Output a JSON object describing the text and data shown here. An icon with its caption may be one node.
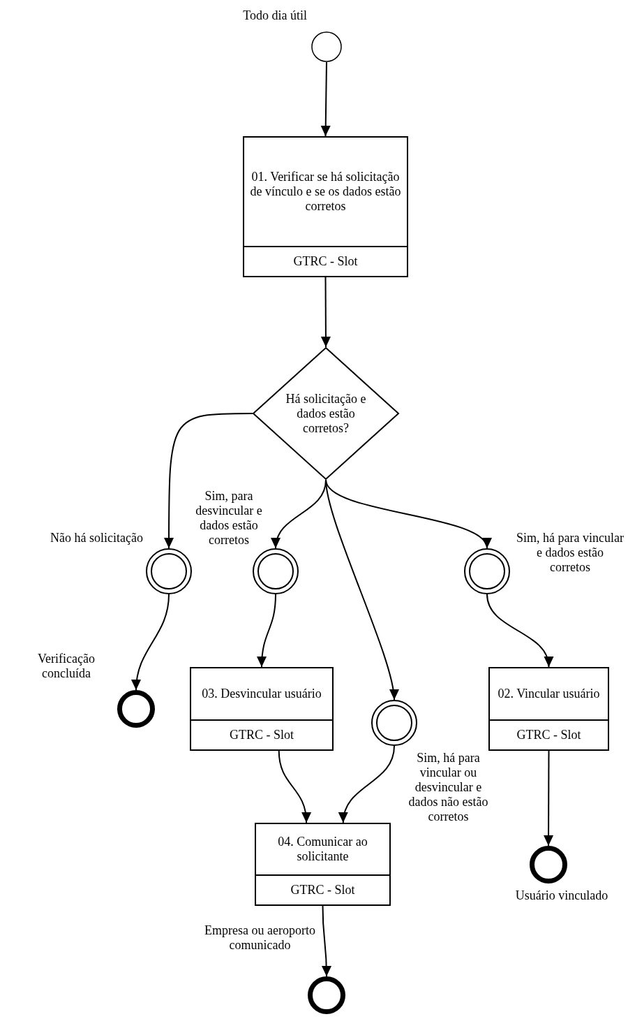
{
  "diagram": {
    "nodes": [
      {
        "text": [],
        "shape": "circle",
        "beside": [
          "Todo dia útil"
        ]
      },
      {
        "text": [
          "01. Verificar se há solicitação de vínculo e se os dados estão corretos",
          "GTRC - Slot"
        ]
      },
      {
        "text": [
          "Há solicitação e dados estão corretos?"
        ]
      },
      {
        "text": [],
        "shape": "circle",
        "beside": [
          "Não há solicitação"
        ]
      },
      {
        "text": [],
        "shape": "circle",
        "beside": [
          "Sim, para desvincular e dados estão corretos"
        ]
      },
      {
        "text": [],
        "shape": "circle",
        "beside": [
          "Sim, há para vincular ou desvincular e dados não estão corretos"
        ]
      },
      {
        "text": [],
        "shape": "circle",
        "beside": [
          "Sim, há para vincular e dados estão corretos"
        ]
      },
      {
        "text": [],
        "shape": "circle",
        "beside": [
          "Verificação concluída"
        ]
      },
      {
        "text": [
          "03. Desvincular usuário",
          "GTRC - Slot"
        ]
      },
      {
        "text": [
          "02. Vincular usuário",
          "GTRC - Slot"
        ]
      },
      {
        "text": [
          "04. Comunicar ao solicitante",
          "GTRC - Slot"
        ]
      },
      {
        "text": [],
        "shape": "circle",
        "beside": [
          "Usuário vinculado"
        ]
      },
      {
        "text": [],
        "shape": "circle",
        "beside": [
          "Empresa ou aeroporto comunicado"
        ]
      }
    ],
    "edges": [
      {
        "from": 0,
        "to": 1,
        "arrow": "to"
      },
      {
        "from": 1,
        "to": 2,
        "arrow": "to"
      },
      {
        "from": 2,
        "to": 3,
        "arrow": "to"
      },
      {
        "from": 2,
        "to": 4,
        "arrow": "to"
      },
      {
        "from": 2,
        "to": 5,
        "arrow": "to"
      },
      {
        "from": 2,
        "to": 6,
        "arrow": "to"
      },
      {
        "from": 3,
        "to": 7,
        "arrow": "to"
      },
      {
        "from": 4,
        "to": 8,
        "arrow": "to"
      },
      {
        "from": 6,
        "to": 9,
        "arrow": "to"
      },
      {
        "from": 8,
        "to": 10,
        "arrow": "to"
      },
      {
        "from": 5,
        "to": 10,
        "arrow": "to"
      },
      {
        "from": 9,
        "to": 11,
        "arrow": "to"
      },
      {
        "from": 10,
        "to": 12,
        "arrow": "to"
      }
    ]
  }
}
